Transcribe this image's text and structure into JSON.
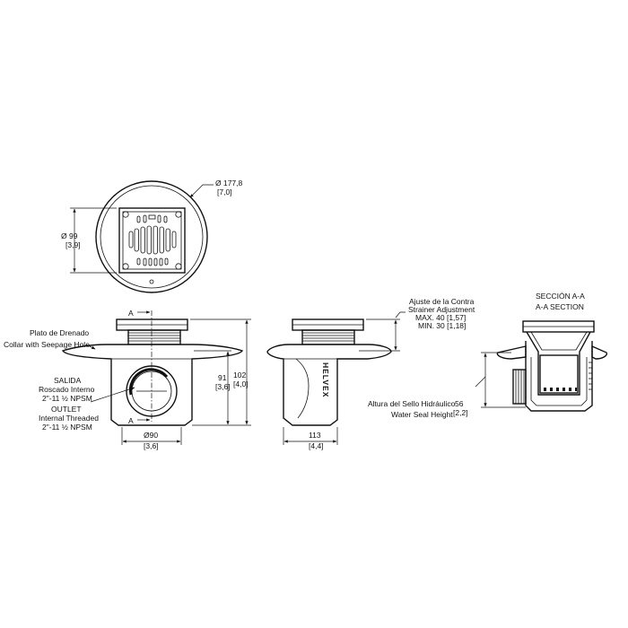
{
  "top_view": {
    "outer_diameter": "Ø 177,8",
    "outer_diameter_in": "[7,0]",
    "grate_size": "Ø 99",
    "grate_size_in": "[3,9]"
  },
  "front_view": {
    "section_marker": "A",
    "label_collar_es": "Plato de Drenado",
    "label_collar_en": "Collar with Seepage Hole",
    "outlet_es_1": "SALIDA",
    "outlet_es_2": "Roscado Interno",
    "outlet_es_3": "2\"-11 ½ NPSM",
    "outlet_en_1": "OUTLET",
    "outlet_en_2": "Internal Threaded",
    "outlet_en_3": "2\"-11 ½ NPSM",
    "dim_91": "91",
    "dim_91_in": "[3,6]",
    "dim_102": "102",
    "dim_102_in": "[4,0]",
    "dim_90": "Ø90",
    "dim_90_in": "[3,6]"
  },
  "side_view": {
    "brand": "HELVEX",
    "adjust_es": "Ajuste de la Contra",
    "adjust_en": "Strainer Adjustment",
    "adjust_max": "MAX. 40 [1,57]",
    "adjust_min": "MIN. 30 [1,18]",
    "dim_113": "113",
    "dim_113_in": "[4,4]"
  },
  "section_view": {
    "title_es": "SECCIÓN A-A",
    "title_en": "A-A SECTION",
    "seal_es": "Altura del Sello Hidráulico",
    "seal_en": "Water Seal Height",
    "seal_value": "56",
    "seal_value_in": "[2,2]"
  }
}
